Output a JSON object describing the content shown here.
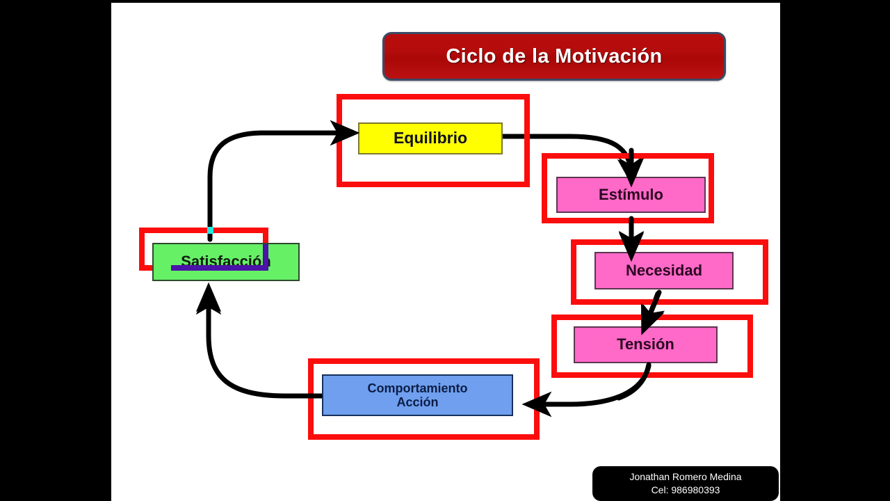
{
  "slide": {
    "title": "Ciclo de la Motivación",
    "background": "#ffffff",
    "letterbox_color": "#000000"
  },
  "colors": {
    "title_banner": "#b40c0c",
    "title_banner_border": "#3b4a66",
    "title_text": "#ffffff",
    "annotation_red": "#fc0d0d",
    "annotation_partial_purple": "#4b13a8",
    "cursor_cyan": "#25e8e0",
    "node_yellow": "#ffff00",
    "node_pink": "#ff69c8",
    "node_green": "#66f066",
    "node_blue": "#6f9fee",
    "arrow_black": "#000000"
  },
  "nodes": [
    {
      "id": "equilibrio",
      "label": "Equilibrio",
      "fill": "#ffff00"
    },
    {
      "id": "estimulo",
      "label": "Estímulo",
      "fill": "#ff69c8"
    },
    {
      "id": "necesidad",
      "label": "Necesidad",
      "fill": "#ff69c8"
    },
    {
      "id": "tension",
      "label": "Tensión",
      "fill": "#ff69c8"
    },
    {
      "id": "comportamiento",
      "label": "Comportamiento\nAcción",
      "fill": "#6f9fee"
    },
    {
      "id": "satisfaccion",
      "label": "Satisfacción",
      "fill": "#66f066"
    }
  ],
  "cycle_order": [
    "Equilibrio",
    "Estímulo",
    "Necesidad",
    "Tensión",
    "Comportamiento Acción",
    "Satisfacción"
  ],
  "annotations": {
    "complete_count": 5,
    "in_progress_node": "Satisfacción",
    "note": "Red highlight rectangles drawn over each stage; the one around Satisfacción is still being drawn."
  },
  "credit": {
    "name": "Jonathan Romero Medina",
    "phone": "Cel: 986980393"
  }
}
